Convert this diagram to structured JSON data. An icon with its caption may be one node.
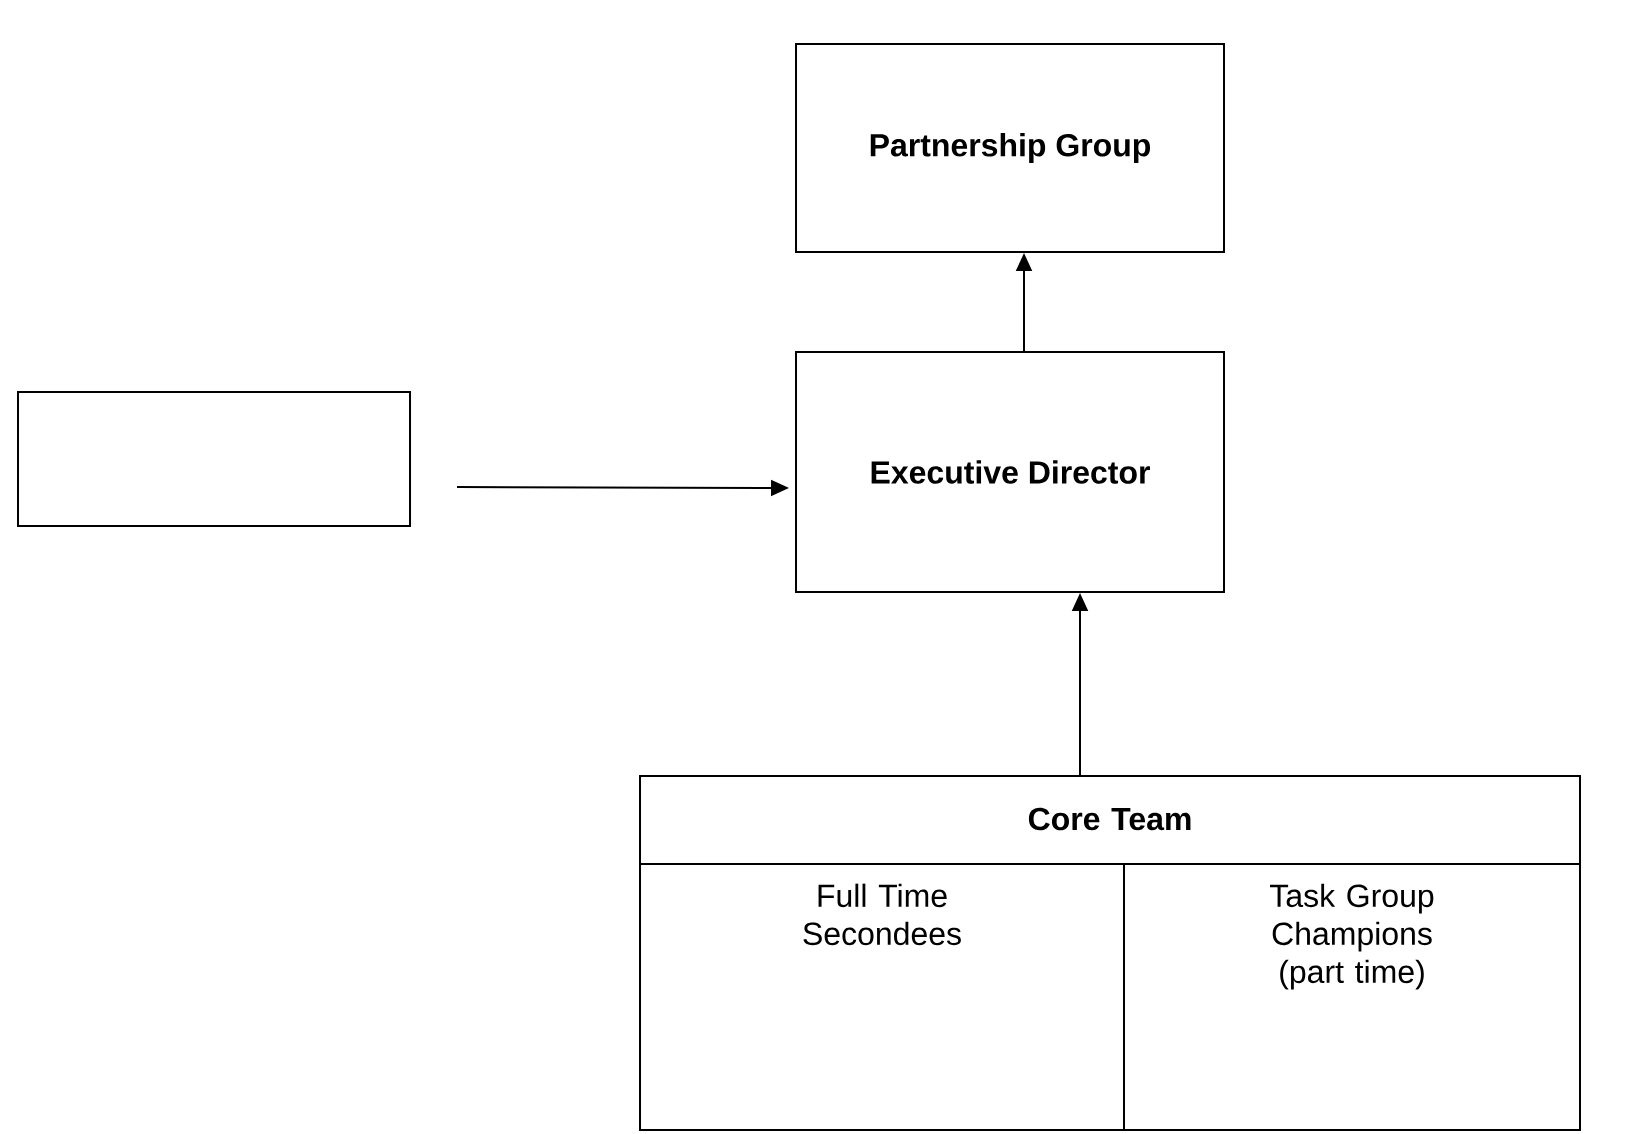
{
  "diagram": {
    "nodes": [
      {
        "text": [
          "Partnership Group"
        ]
      },
      {
        "text": [],
        "shape": "box"
      },
      {
        "text": [
          "Executive Director"
        ]
      },
      {
        "text": [
          "Core Team"
        ]
      },
      {
        "text": [
          "Full Time Secondees"
        ],
        "in": 3
      },
      {
        "text": [
          "Task Group Champions (part time)"
        ],
        "in": 3
      }
    ],
    "edges": [
      {
        "from": 2,
        "to": 0,
        "arrow": "to"
      },
      {
        "from": 1,
        "to": 2,
        "arrow": "to"
      },
      {
        "from": 3,
        "to": 2,
        "arrow": "to"
      }
    ]
  }
}
